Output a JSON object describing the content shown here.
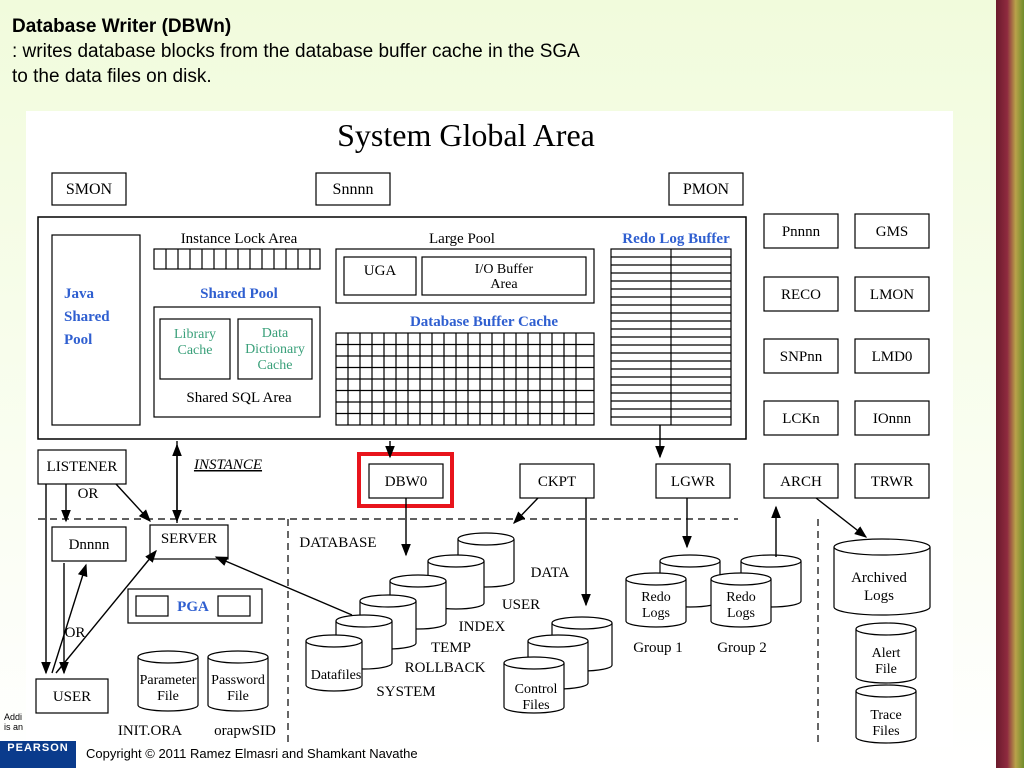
{
  "slide": {
    "title": "Database Writer (DBWn)",
    "lines": [
      ": writes database blocks from the database buffer cache in the SGA",
      "to the data files on disk."
    ],
    "footer": "Copyright © 2011 Ramez Elmasri and Shamkant Navathe",
    "logo": "PEARSON",
    "side_note": [
      "Addi",
      "is an"
    ]
  },
  "diagram": {
    "title": "System Global Area",
    "smon": "SMON",
    "snnnn": "Snnnn",
    "pmon": "PMON",
    "java_pool": [
      "Java",
      "Shared",
      "Pool"
    ],
    "instance_lock_area": "Instance Lock Area",
    "large_pool": "Large Pool",
    "uga": "UGA",
    "io_buffer": [
      "I/O Buffer",
      "Area"
    ],
    "redo_log_buffer": "Redo Log Buffer",
    "shared_pool": "Shared Pool",
    "library_cache": [
      "Library",
      "Cache"
    ],
    "data_dictionary_cache": [
      "Data",
      "Dictionary",
      "Cache"
    ],
    "shared_sql_area": "Shared SQL Area",
    "database_buffer_cache": "Database Buffer Cache",
    "right_processes": [
      [
        "Pnnnn",
        "GMS"
      ],
      [
        "RECO",
        "LMON"
      ],
      [
        "SNPnn",
        "LMD0"
      ],
      [
        "LCKn",
        "IOnnn"
      ]
    ],
    "listener": "LISTENER",
    "instance": "INSTANCE",
    "dbw0": "DBW0",
    "ckpt": "CKPT",
    "lgwr": "LGWR",
    "arch": "ARCH",
    "trwr": "TRWR",
    "or1": "OR",
    "or2": "OR",
    "dnnnn": "Dnnnn",
    "server": "SERVER",
    "database": "DATABASE",
    "pga": "PGA",
    "data": "DATA",
    "user_ts": "USER",
    "index": "INDEX",
    "temp": "TEMP",
    "rollback": "ROLLBACK",
    "system": "SYSTEM",
    "datafiles": "Datafiles",
    "control_files": [
      "Control",
      "Files"
    ],
    "redo_logs": [
      "Redo",
      "Logs"
    ],
    "group1": "Group 1",
    "group2": "Group 2",
    "archived_logs": [
      "Archived",
      "Logs"
    ],
    "alert_file": [
      "Alert",
      "File"
    ],
    "trace_files": [
      "Trace",
      "Files"
    ],
    "parameter_file": [
      "Parameter",
      "File"
    ],
    "password_file": [
      "Password",
      "File"
    ],
    "init_ora": "INIT.ORA",
    "orapwsid": "orapwSID",
    "user_box": "USER"
  },
  "colors": {
    "blue_label": "#2f5fd0",
    "highlight": "#e8141c",
    "accent_green": "#3aa07a"
  }
}
